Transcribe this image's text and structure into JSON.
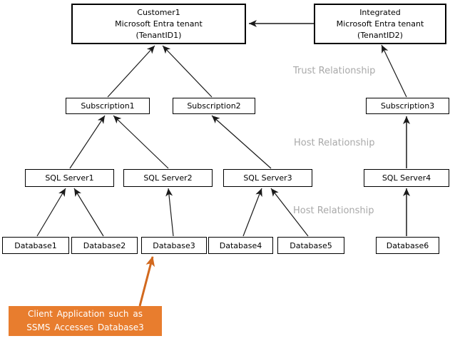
{
  "diagram": {
    "tenants": {
      "customer": {
        "lines": [
          "Customer1",
          "Microsoft Entra tenant",
          "(TenantID1)"
        ]
      },
      "integrated": {
        "lines": [
          "Integrated",
          "Microsoft Entra tenant",
          "(TenantID2)"
        ]
      }
    },
    "boxes": {
      "subscription1": "Subscription1",
      "subscription2": "Subscription2",
      "subscription3": "Subscription3",
      "sql_server1": "SQL Server1",
      "sql_server2": "SQL Server2",
      "sql_server3": "SQL Server3",
      "sql_server4": "SQL Server4",
      "database1": "Database1",
      "database2": "Database2",
      "database3": "Database3",
      "database4": "Database4",
      "database5": "Database5",
      "database6": "Database6"
    },
    "edge_labels": {
      "trust_relationship": "Trust Relationship",
      "host_relationship_upper": "Host Relationship",
      "host_relationship_lower": "Host Relationship"
    },
    "note": {
      "lines": [
        "Client Application such as",
        "SSMS Accesses Database3"
      ]
    },
    "relationships": [
      {
        "from": "Integrated Microsoft Entra tenant (TenantID2)",
        "to": "Customer1 Microsoft Entra tenant (TenantID1)",
        "type": "Trust Relationship"
      },
      {
        "from": "Subscription1",
        "to": "Customer1 Microsoft Entra tenant (TenantID1)"
      },
      {
        "from": "Subscription2",
        "to": "Customer1 Microsoft Entra tenant (TenantID1)"
      },
      {
        "from": "Subscription3",
        "to": "Integrated Microsoft Entra tenant (TenantID2)"
      },
      {
        "from": "SQL Server1",
        "to": "Subscription1",
        "type": "Host Relationship"
      },
      {
        "from": "SQL Server2",
        "to": "Subscription1",
        "type": "Host Relationship"
      },
      {
        "from": "SQL Server3",
        "to": "Subscription2",
        "type": "Host Relationship"
      },
      {
        "from": "SQL Server4",
        "to": "Subscription3",
        "type": "Host Relationship"
      },
      {
        "from": "Database1",
        "to": "SQL Server1",
        "type": "Host Relationship"
      },
      {
        "from": "Database2",
        "to": "SQL Server1",
        "type": "Host Relationship"
      },
      {
        "from": "Database3",
        "to": "SQL Server2",
        "type": "Host Relationship"
      },
      {
        "from": "Database4",
        "to": "SQL Server3",
        "type": "Host Relationship"
      },
      {
        "from": "Database5",
        "to": "SQL Server3",
        "type": "Host Relationship"
      },
      {
        "from": "Database6",
        "to": "SQL Server4",
        "type": "Host Relationship"
      },
      {
        "from": "Client Application such as SSMS",
        "to": "Database3",
        "type": "Access"
      }
    ],
    "colors": {
      "note_bg": "#e87d2e",
      "note_text": "#ffffff",
      "note_arrow": "#d2691e",
      "connector": "#1a1a1a",
      "edge_label": "#a9a9a9",
      "box_bg": "#ffffff",
      "box_border": "#000000"
    }
  }
}
